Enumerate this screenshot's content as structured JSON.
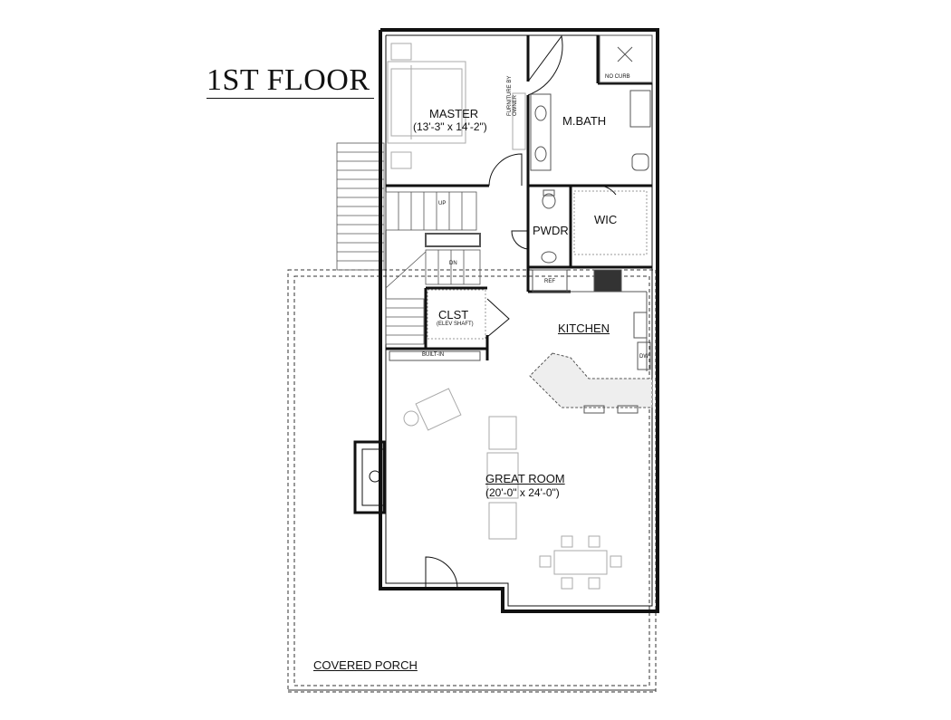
{
  "title": "1ST FLOOR",
  "rooms": {
    "master": {
      "name": "MASTER",
      "dims": "(13'-3\" x 14'-2\")"
    },
    "mbath": {
      "name": "M.BATH"
    },
    "pwdr": {
      "name": "PWDR"
    },
    "wic": {
      "name": "WIC"
    },
    "kitchen": {
      "name": "KITCHEN"
    },
    "clst": {
      "name": "CLST",
      "note": "(ELEV SHAFT)"
    },
    "great_room": {
      "name": "GREAT ROOM",
      "dims": "(20'-0\" x 24'-0\")"
    },
    "covered_porch": {
      "name": "COVERED PORCH"
    }
  },
  "notes": {
    "no_curb": "NO CURB",
    "built_in": "BUILT-IN",
    "ref": "REF",
    "dw": "DW",
    "furniture_by_owner": "FURNITURE BY OWNER",
    "stair_up": "UP",
    "stair_dn": "DN"
  }
}
